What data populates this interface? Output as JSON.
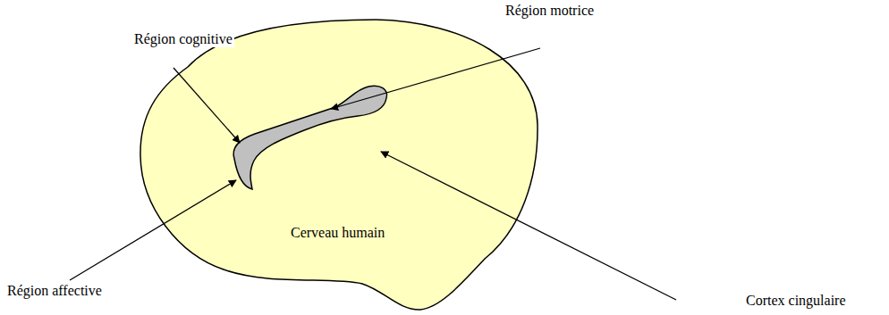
{
  "diagram": {
    "nodes": [
      {
        "text": [
          "Cerveau humain"
        ]
      }
    ],
    "labels": [
      "Région motrice",
      "Région cognitive",
      "Région affective",
      "Cortex cingulaire"
    ]
  }
}
